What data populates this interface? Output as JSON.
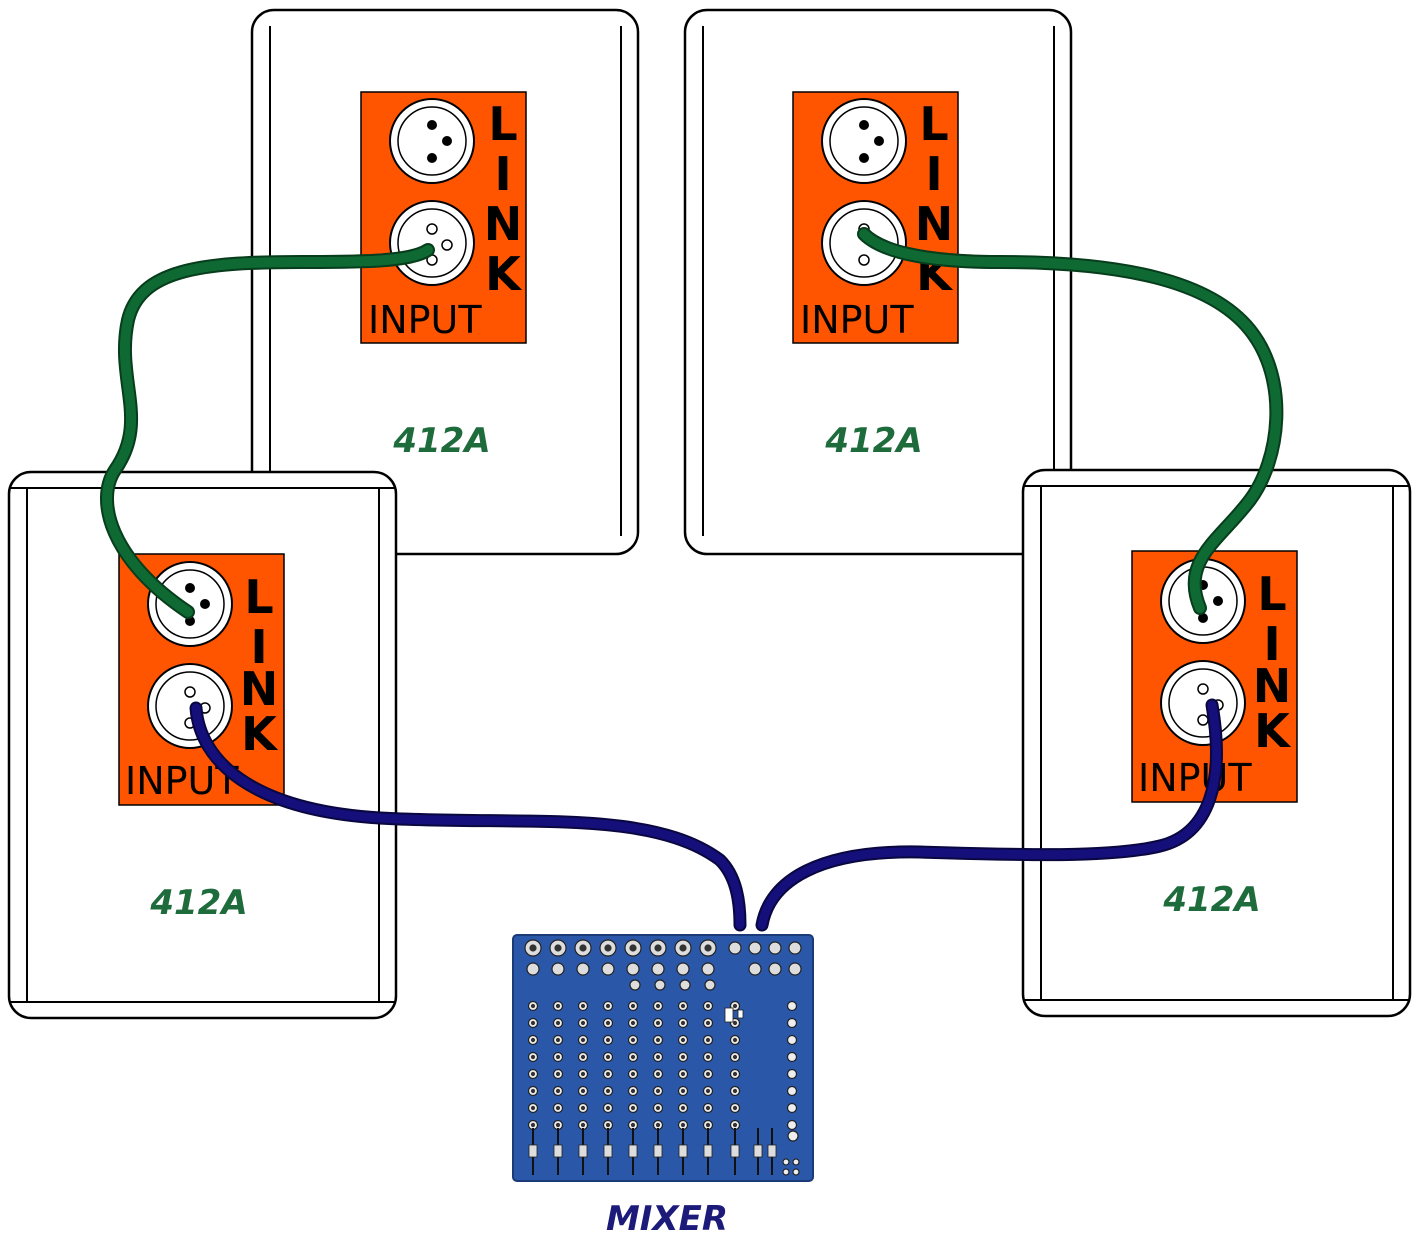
{
  "colors": {
    "panel": "#ff5500",
    "link_cable": "#0e6a32",
    "input_cable": "#140f7a",
    "speaker_label": "#1e6b3c",
    "mixer_body": "#2a57a8",
    "mixer_label": "#1d1b7a"
  },
  "speakers": [
    {
      "id": "top-left",
      "model": "412A",
      "link_label": [
        "L",
        "I",
        "N",
        "K"
      ],
      "input_label": "INPUT"
    },
    {
      "id": "top-right",
      "model": "412A",
      "link_label": [
        "L",
        "I",
        "N",
        "K"
      ],
      "input_label": "INPUT"
    },
    {
      "id": "bottom-left",
      "model": "412A",
      "link_label": [
        "L",
        "I",
        "N",
        "K"
      ],
      "input_label": "INPUT"
    },
    {
      "id": "bottom-right",
      "model": "412A",
      "link_label": [
        "L",
        "I",
        "N",
        "K"
      ],
      "input_label": "INPUT"
    }
  ],
  "mixer": {
    "label": "MIXER"
  },
  "icons": [
    "xlr-female-connector-icon",
    "xlr-male-connector-icon",
    "mixer-console-icon"
  ]
}
